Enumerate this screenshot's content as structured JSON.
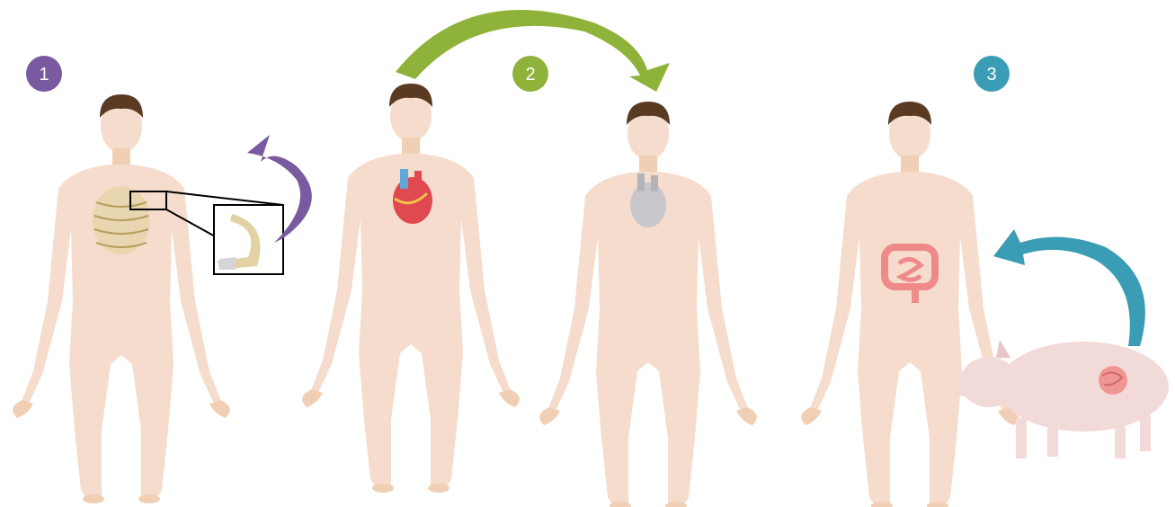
{
  "colors": {
    "background": "#ffffff",
    "step_1": "#7a5a9e",
    "step_2": "#8fb33a",
    "step_3": "#3b9db5",
    "skin_light": "#f5dccd",
    "skin_mid": "#f0cfb5",
    "hair": "#5a3a22",
    "bone": "#e3d3a4",
    "heart_red": "#e0494f",
    "heart_blue": "#5fa8d9",
    "heart_grey": "#c8c8cc",
    "intestine": "#ef8a8a",
    "pig": "#f2dad8"
  },
  "steps": [
    {
      "number": "1",
      "color": "#7a5a9e"
    },
    {
      "number": "2",
      "color": "#8fb33a"
    },
    {
      "number": "3",
      "color": "#3b9db5"
    }
  ],
  "figures": [
    {
      "id": "donor-self-rib",
      "organ": "ribcage",
      "icon": "rib-icon"
    },
    {
      "id": "donor-heart",
      "organ": "heart",
      "icon": "heart-icon"
    },
    {
      "id": "recipient-heart",
      "organ": "heart-grey",
      "icon": "heart-icon"
    },
    {
      "id": "recipient-intestine",
      "organ": "intestine",
      "icon": "intestine-icon"
    }
  ],
  "animal": {
    "icon": "pig-icon",
    "organ": "intestine"
  }
}
